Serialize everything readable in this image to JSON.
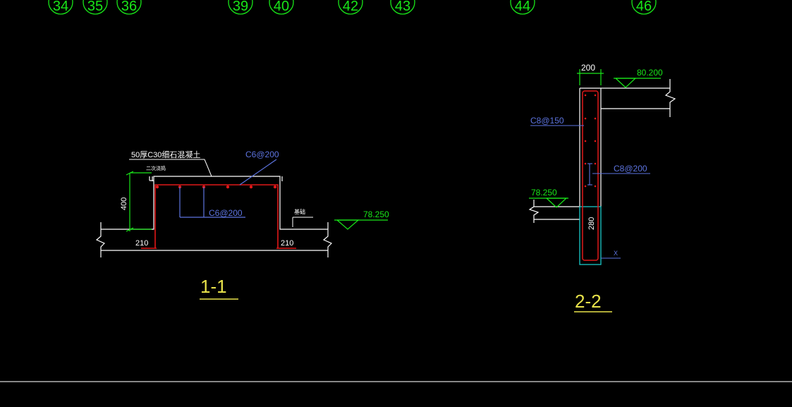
{
  "colors": {
    "background": "#000000",
    "green": "#19e619",
    "white": "#ffffff",
    "red": "#e01818",
    "blue": "#5d74e0",
    "cyan": "#18c8c8",
    "yellow": "#e8e24a",
    "grey": "#b4b4b4"
  },
  "grid_markers": [
    "34",
    "35",
    "36",
    "39",
    "40",
    "42",
    "43",
    "44",
    "46"
  ],
  "section_1": {
    "title": "1-1",
    "top_note": "50厚C30细石混凝土",
    "sub_note": "二次浇捣",
    "rebar_top": "C6@200",
    "rebar_stirrup": "C6@200",
    "height_dim": "400",
    "width_left": "210",
    "width_right": "210",
    "side_note": "基础",
    "elevation": "78.250"
  },
  "section_2": {
    "title": "2-2",
    "top_dim": "200",
    "elevation_top": "80.200",
    "rebar_horizontal": "C8@150",
    "rebar_vertical": "C8@200",
    "elevation_bottom": "78.250",
    "footing_dim": "280",
    "side_mark": "X"
  }
}
